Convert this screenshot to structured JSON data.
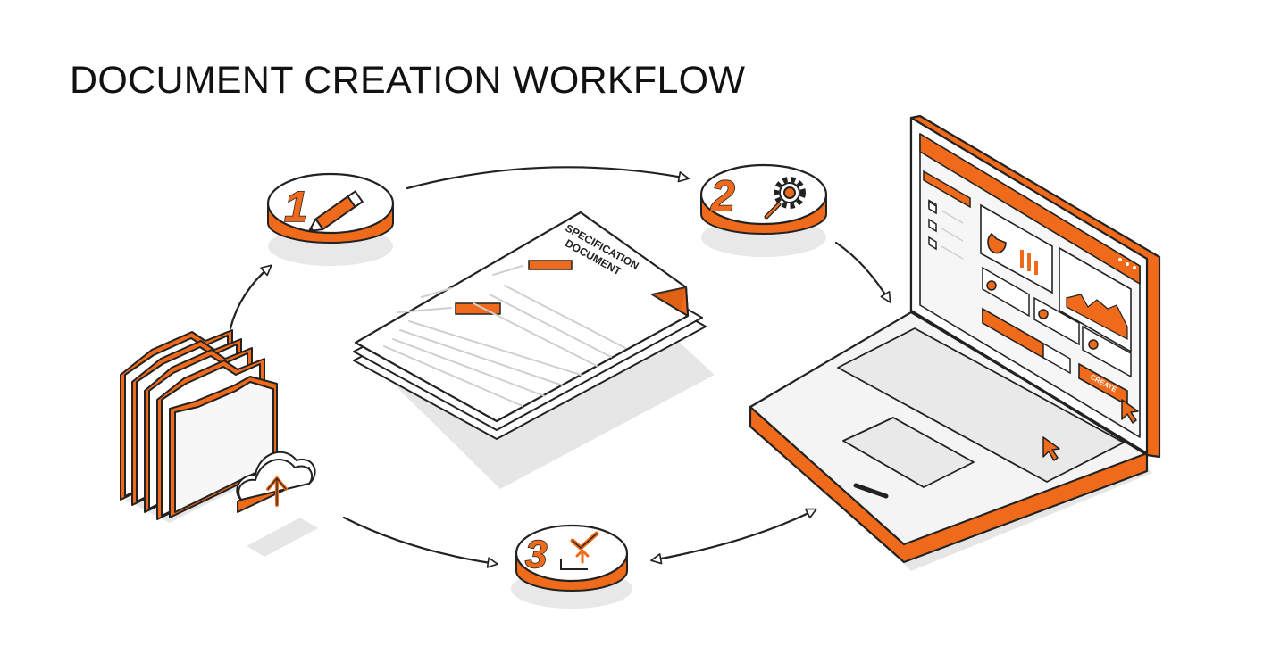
{
  "title": "DOCUMENT CREATION WORKFLOW",
  "document": {
    "heading_line1": "SPECIFICATION",
    "heading_line2": "DOCUMENT"
  },
  "steps": [
    {
      "number": "1",
      "icon": "pencil-icon"
    },
    {
      "number": "2",
      "icon": "gear-search-icon"
    },
    {
      "number": "3",
      "icon": "checkmark-upload-icon"
    }
  ],
  "laptop": {
    "create_button_label": "CREATE"
  },
  "colors": {
    "accent": "#ef6a1a",
    "outline": "#222222",
    "surface": "#f2f2f2",
    "shadow": "#e6e6e6"
  }
}
